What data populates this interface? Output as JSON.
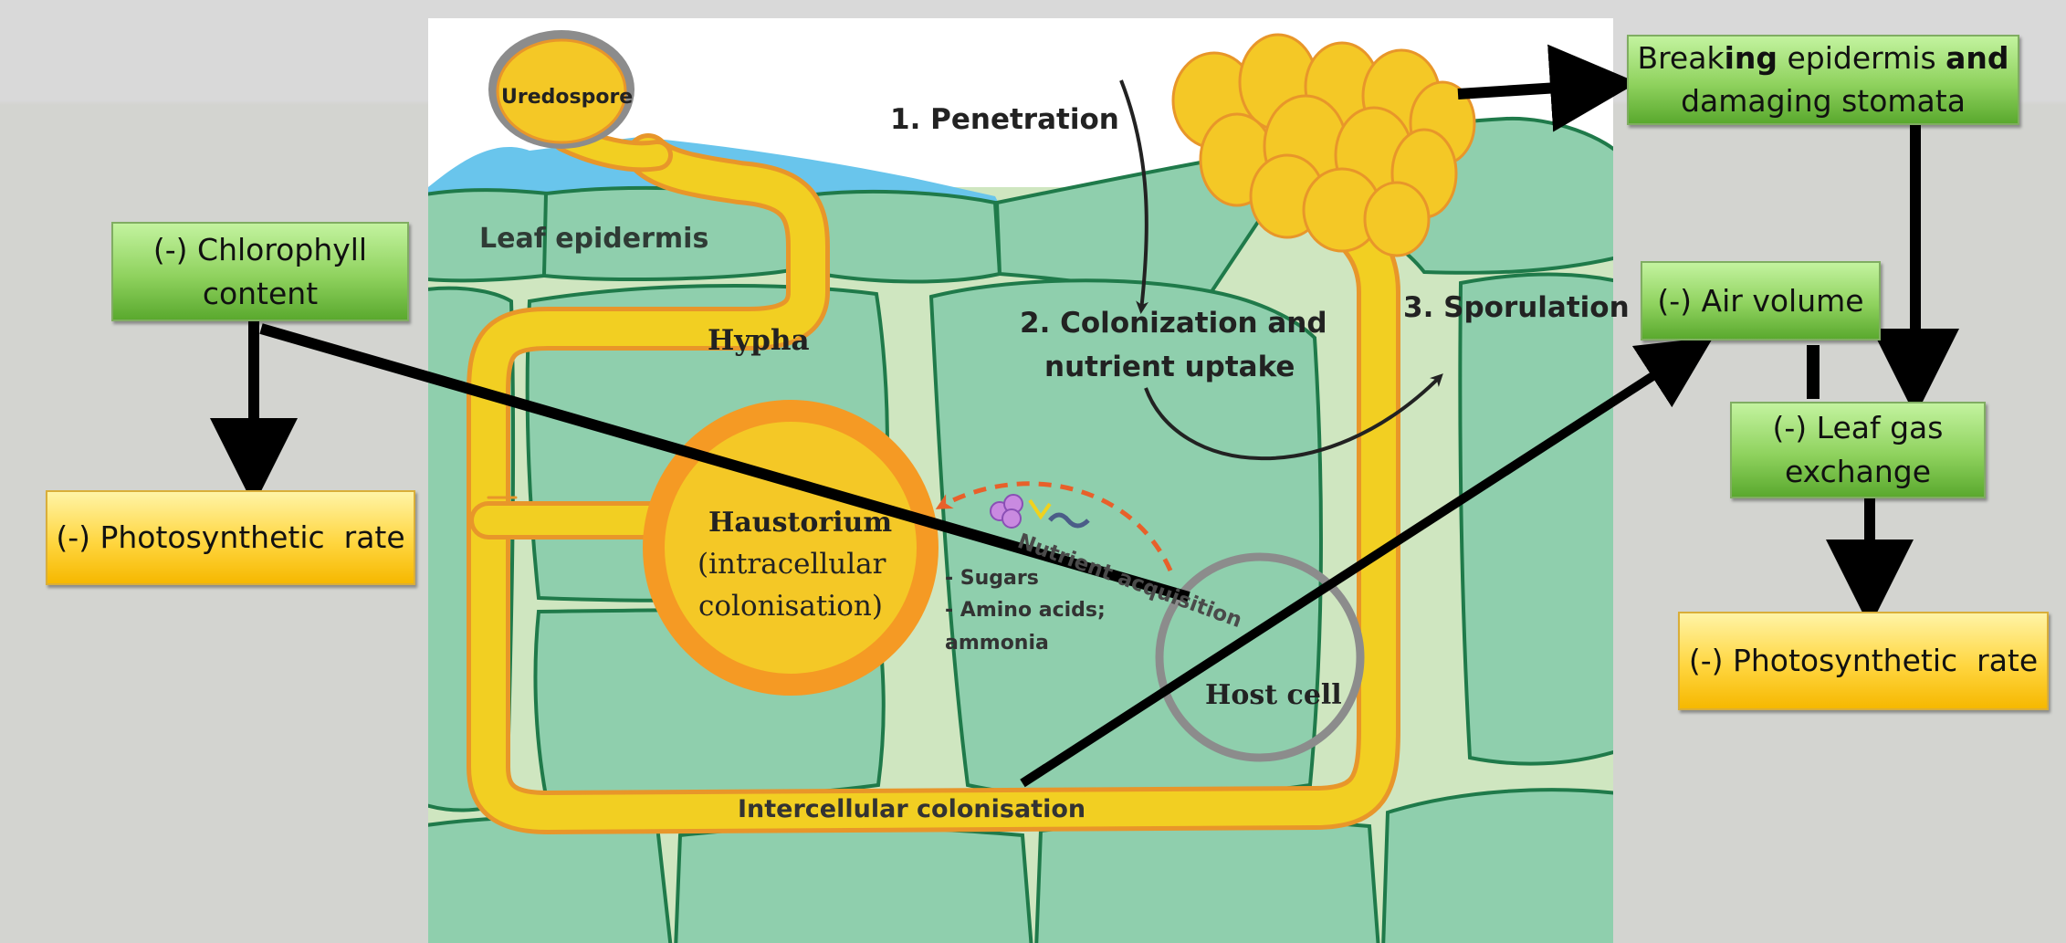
{
  "diagram": {
    "labels": {
      "uredospore": "Uredospore",
      "penetration": "1. Penetration",
      "leaf_epidermis": "Leaf epidermis",
      "hypha": "Hypha",
      "colonization_line1": "2. Colonization and",
      "colonization_line2": "nutrient uptake",
      "sporulation": "3. Sporulation",
      "haustorium_title": "Haustorium",
      "haustorium_line2": "(intracellular",
      "haustorium_line3": "colonisation)",
      "nutrient_acquisition": "Nutrient acquisition",
      "sugars": "- Sugars",
      "amino_acids": "- Amino acids;",
      "ammonia": "ammonia",
      "host_cell": "Host cell",
      "intercellular": "Intercellular colonisation"
    },
    "boxes": {
      "chlorophyll_line1": "(-) Chlorophyll",
      "chlorophyll_line2": "content",
      "photosynthetic_left": "(-) Photosynthetic  rate",
      "breaking_a": "Break",
      "breaking_b": "ing",
      "breaking_c": " epidermis ",
      "breaking_d": "and",
      "breaking_line2": "damaging stomata",
      "air_volume": "(-) Air volume",
      "leaf_gas_line1": "(-) Leaf gas",
      "leaf_gas_line2": "exchange",
      "photosynthetic_right": "(-) Photosynthetic  rate"
    },
    "colors": {
      "cell_fill": "#8fcfad",
      "cell_wall": "#1f7a4a",
      "hypha_fill": "#f2cf22",
      "hypha_border": "#e8962a",
      "apoplast": "#cfe6c0",
      "water": "#69c5ec",
      "arrow": "#000000",
      "dashed_arrow": "#e8602a",
      "host_cell_ring": "#8c8c8c"
    }
  }
}
